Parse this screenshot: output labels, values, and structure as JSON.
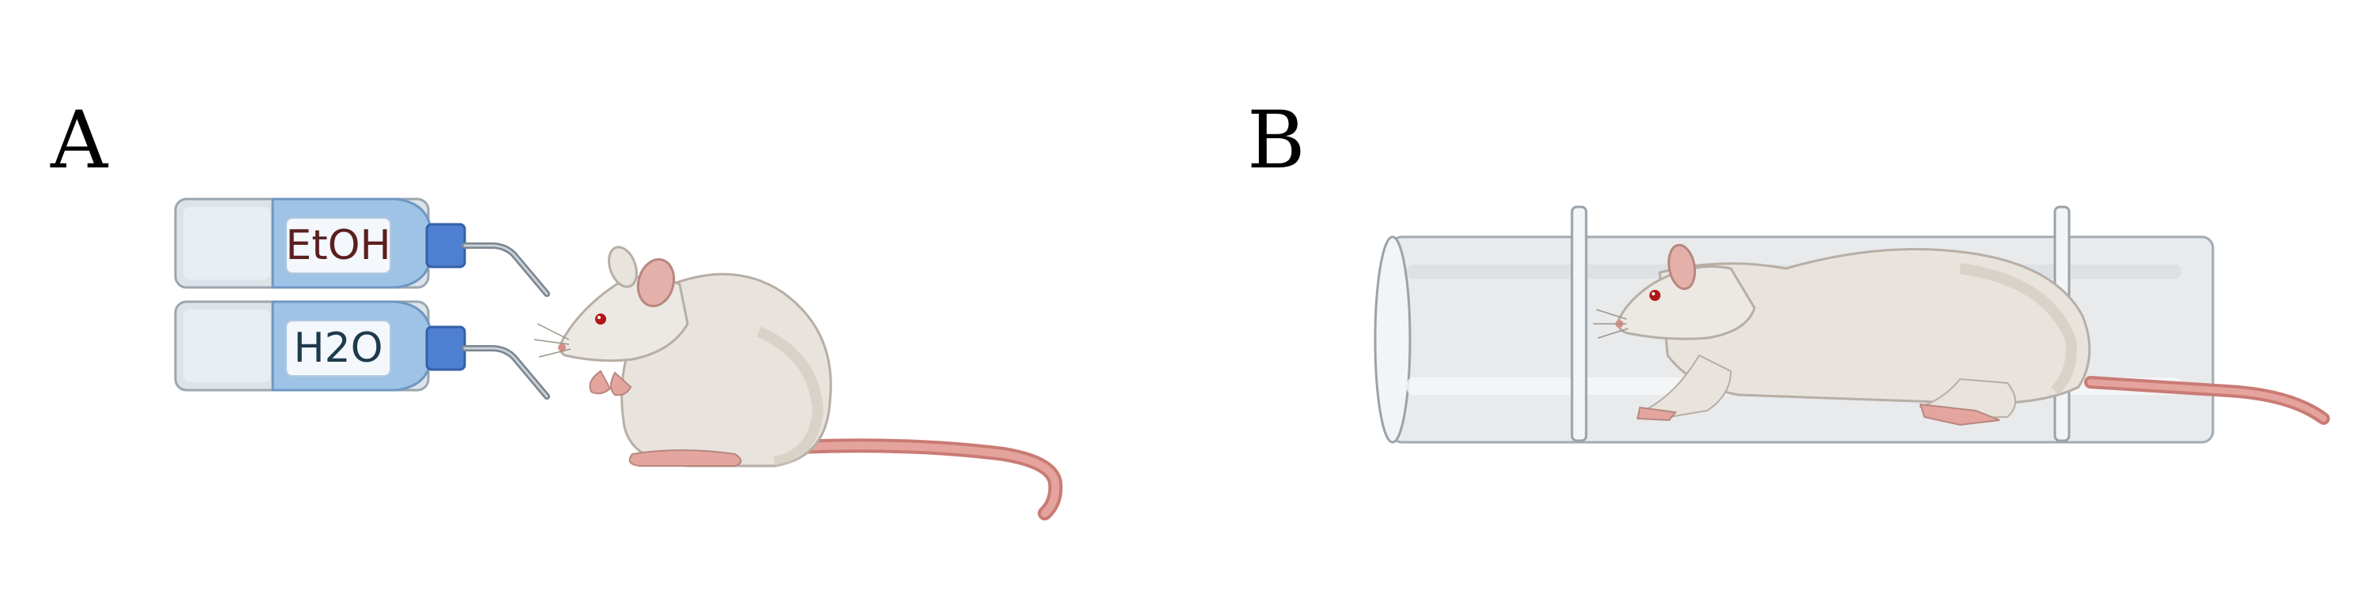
{
  "panels": [
    {
      "letter": "A",
      "bottles": [
        {
          "label": "EtOH",
          "label_color": "#5a1f1f"
        },
        {
          "label": "H2O",
          "label_color": "#1e3a4d"
        }
      ]
    },
    {
      "letter": "B"
    }
  ],
  "colors": {
    "bottle_body": "#dde3e8",
    "bottle_liquid": "#9ec3e6",
    "bottle_cap": "#4f7fd0",
    "rat_fur": "#e8e3dd",
    "rat_pink": "#d98d86",
    "rat_eye": "#b01818",
    "tube_glass": "#e6e8eb"
  },
  "icons": [
    "drinking-bottle-icon",
    "rat-icon",
    "restraint-tube-icon"
  ]
}
